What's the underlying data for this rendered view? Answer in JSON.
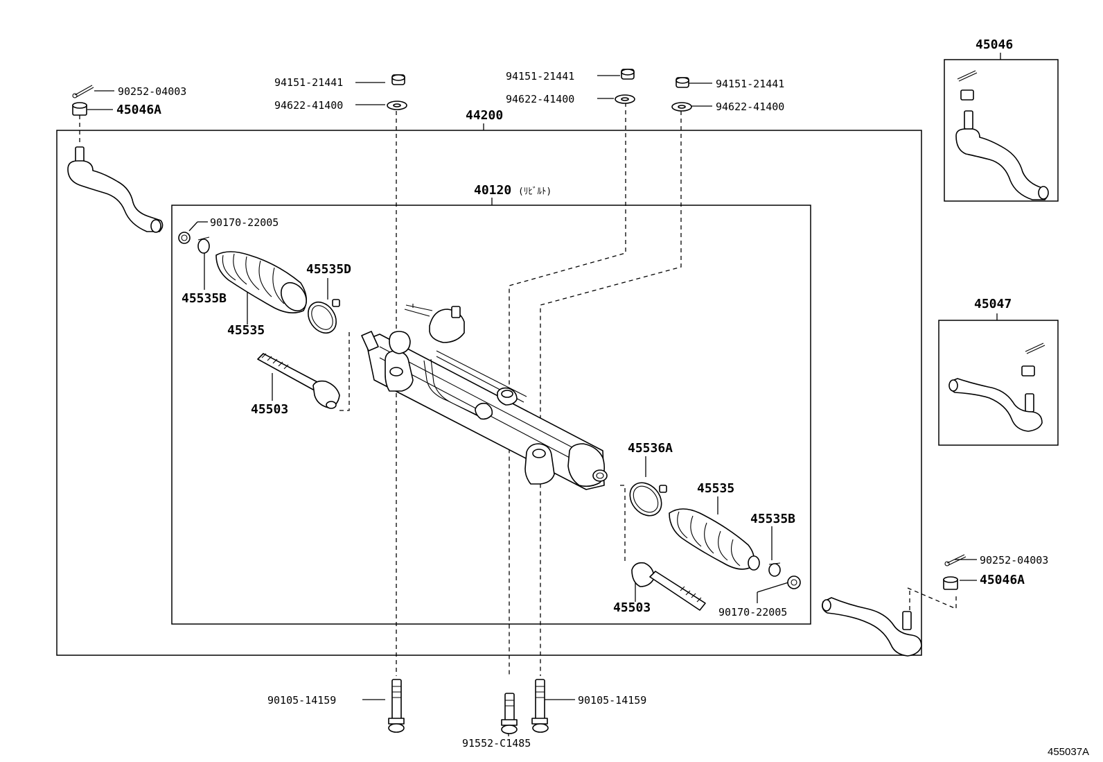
{
  "diagram_code": "455037A",
  "assembly": {
    "part_no": "44200"
  },
  "subassembly": {
    "part_no": "40120",
    "note": "(ﾘﾋﾞﾙﾄ)"
  },
  "inset_left": {
    "part_no": "45046"
  },
  "inset_right": {
    "part_no": "45047"
  },
  "labels": {
    "nut_top_left": "94151-21441",
    "washer_top_left": "94622-41400",
    "nut_top_mid": "94151-21441",
    "washer_top_mid": "94622-41400",
    "nut_top_right": "94151-21441",
    "washer_top_right": "94622-41400",
    "cotter_left": "90252-04003",
    "tie_end_nut_left": "45046A",
    "clip_left": "90170-22005",
    "clamp_small_left": "45535B",
    "boot_left": "45535",
    "clamp_large_left": "45535D",
    "rod_left": "45503",
    "clamp_large_right": "45536A",
    "boot_right": "45535",
    "clamp_small_right": "45535B",
    "rod_right": "45503",
    "clip_right": "90170-22005",
    "cotter_right": "90252-04003",
    "tie_end_nut_right": "45046A",
    "bolt_left": "90105-14159",
    "bolt_right": "90105-14159",
    "bolt_center": "91552-C1485"
  }
}
